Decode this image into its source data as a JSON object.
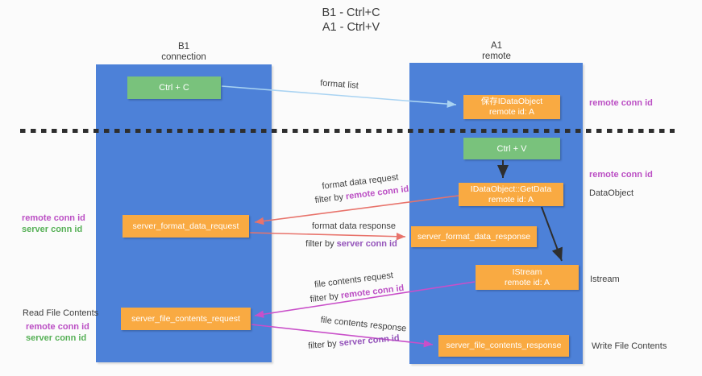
{
  "title": {
    "line1": "B1 - Ctrl+C",
    "line2": "A1 - Ctrl+V"
  },
  "columns": {
    "left": {
      "header_line1": "B1",
      "header_line2": "connection"
    },
    "right": {
      "header_line1": "A1",
      "header_line2": "remote"
    }
  },
  "boxes": {
    "ctrl_c": "Ctrl + C",
    "ctrl_v": "Ctrl + V",
    "save_dataobject": {
      "line1": "保存IDataObject",
      "line2": "remote id: A"
    },
    "getdata": {
      "line1": "IDataObject::GetData",
      "line2": "remote id: A"
    },
    "istream": {
      "line1": "IStream",
      "line2": "remote id: A"
    },
    "format_request": "server_format_data_request",
    "format_response": "server_format_data_response",
    "file_request": "server_file_contents_request",
    "file_response": "server_file_contents_response"
  },
  "annotations": {
    "format_list": "format list",
    "format_data_request": "format data request",
    "format_data_response": "format data response",
    "file_contents_request": "file contents request",
    "file_contents_response": "file contents response",
    "filter_by": "filter by",
    "remote_conn_id": "remote conn id",
    "server_conn_id": "server conn id"
  },
  "side_labels": {
    "right_remote_conn_id_top": "remote conn id",
    "right_remote_conn_id_mid": "remote conn id",
    "dataobject": "DataObject",
    "istream": "Istream",
    "write_file_contents": "Write File Contents",
    "left_remote_conn_id_mid": "remote conn id",
    "left_server_conn_id_mid": "server conn id",
    "read_file_contents": "Read File Contents",
    "left_remote_conn_id_bottom": "remote conn id",
    "left_server_conn_id_bottom": "server conn id"
  },
  "colors": {
    "lifeline_blue": "#4d81d8",
    "box_green": "#79c27c",
    "box_orange": "#f9aa42",
    "arrow_light_blue": "#a9d3f2",
    "arrow_salmon": "#e8736b",
    "arrow_magenta": "#c94fc9",
    "arrow_black": "#2e2e2e",
    "text_magenta": "#bb4fc4",
    "text_green": "#56b056",
    "text_purple": "#9454ba"
  }
}
